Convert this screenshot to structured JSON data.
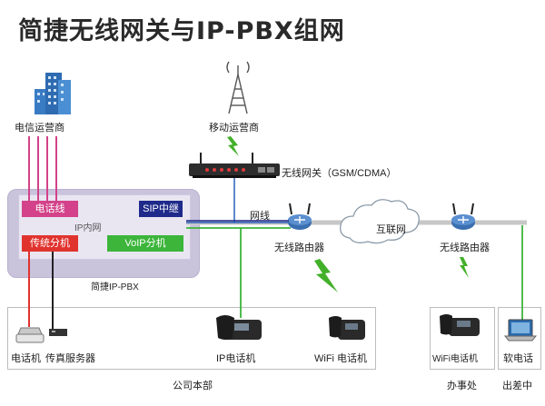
{
  "title": "简捷无线网关与IP-PBX组网",
  "labels": {
    "telecom": "电信运营商",
    "mobile": "移动运营商",
    "gateway": "无线网关（GSM/CDMA）",
    "network": "网线",
    "internet": "互联网",
    "router1": "无线路由器",
    "router2": "无线路由器",
    "phone_line": "电话线",
    "sip_trunk": "SIP中继",
    "ip_lan": "IP内网",
    "analog_ext": "传统分机",
    "voip_ext": "VoIP分机",
    "pbx": "简捷IP-PBX",
    "phone": "电话机",
    "fax": "传真服务器",
    "ip_phone": "IP电话机",
    "wifi_phone_hq": "WiFi 电话机",
    "wifi_phone_office": "WiFi电话机",
    "softphone": "软电话",
    "headquarters": "公司本部",
    "branch": "办事处",
    "travel": "出差中"
  },
  "colors": {
    "phone_line": "#d3428a",
    "sip_trunk": "#1f2a8a",
    "analog_ext": "#e0332e",
    "voip_ext": "#3cb53a",
    "network_line": "#2b5fb8",
    "wifi_signal": "#43b02a",
    "pbx_bg": "#c9c3dc"
  }
}
